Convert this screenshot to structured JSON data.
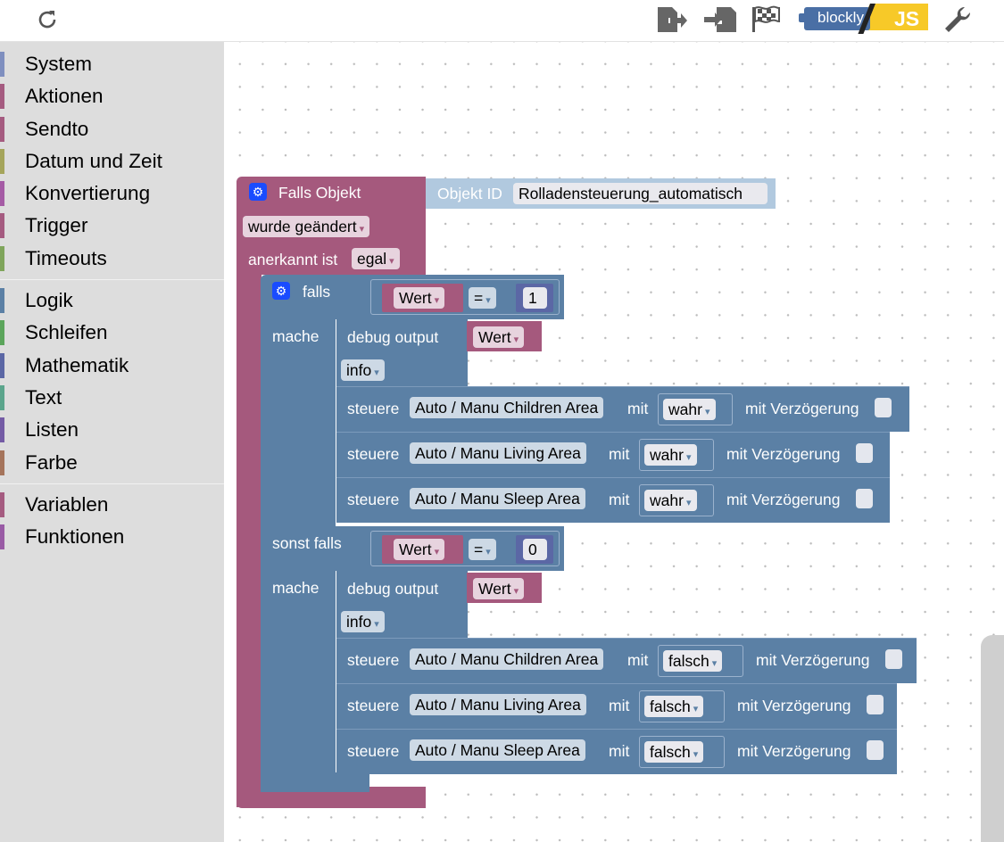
{
  "toolbar": {
    "refresh_icon": "refresh-icon",
    "export_icon": "export-icon",
    "import_icon": "import-icon",
    "flag_icon": "flag-icon",
    "blockly_label": "blockly",
    "js_label": "JS",
    "wrench_icon": "wrench-icon"
  },
  "sidebar": {
    "groups": [
      [
        {
          "label": "System",
          "color": "#7f8fbf"
        },
        {
          "label": "Aktionen",
          "color": "#a55b80"
        },
        {
          "label": "Sendto",
          "color": "#a55b80"
        },
        {
          "label": "Datum und Zeit",
          "color": "#a5a55b"
        },
        {
          "label": "Konvertierung",
          "color": "#a55ba5"
        },
        {
          "label": "Trigger",
          "color": "#a55b80"
        },
        {
          "label": "Timeouts",
          "color": "#7fa55b"
        }
      ],
      [
        {
          "label": "Logik",
          "color": "#5b80a5"
        },
        {
          "label": "Schleifen",
          "color": "#5ba55b"
        },
        {
          "label": "Mathematik",
          "color": "#5b67a5"
        },
        {
          "label": "Text",
          "color": "#5ba58c"
        },
        {
          "label": "Listen",
          "color": "#745ba5"
        },
        {
          "label": "Farbe",
          "color": "#a5745b"
        }
      ],
      [
        {
          "label": "Variablen",
          "color": "#a55b80"
        },
        {
          "label": "Funktionen",
          "color": "#995ba5"
        }
      ]
    ]
  },
  "workspace": {
    "trigger": {
      "title": "Falls Objekt",
      "objekt_id_label": "Objekt ID",
      "objekt_id_value": "Rolladensteuerung_automatisch",
      "changed_value": "wurde geändert",
      "ack_label": "anerkannt ist",
      "ack_value": "egal"
    },
    "if_block": {
      "falls_label": "falls",
      "mache_label": "mache",
      "sonst_falls_label": "sonst falls",
      "var_name": "Wert",
      "op": "=",
      "cond1_value": "1",
      "cond2_value": "0"
    },
    "debug": {
      "label": "debug output",
      "var": "Wert",
      "level": "info"
    },
    "control_label": "steuere",
    "mit_label": "mit",
    "delay_label": "mit Verzögerung",
    "branch1": [
      {
        "target": "Auto / Manu Children Area",
        "value": "wahr"
      },
      {
        "target": "Auto / Manu Living Area",
        "value": "wahr"
      },
      {
        "target": "Auto / Manu Sleep Area",
        "value": "wahr"
      }
    ],
    "branch2": [
      {
        "target": "Auto / Manu Children Area",
        "value": "falsch"
      },
      {
        "target": "Auto / Manu Living Area",
        "value": "falsch"
      },
      {
        "target": "Auto / Manu Sleep Area",
        "value": "falsch"
      }
    ]
  }
}
